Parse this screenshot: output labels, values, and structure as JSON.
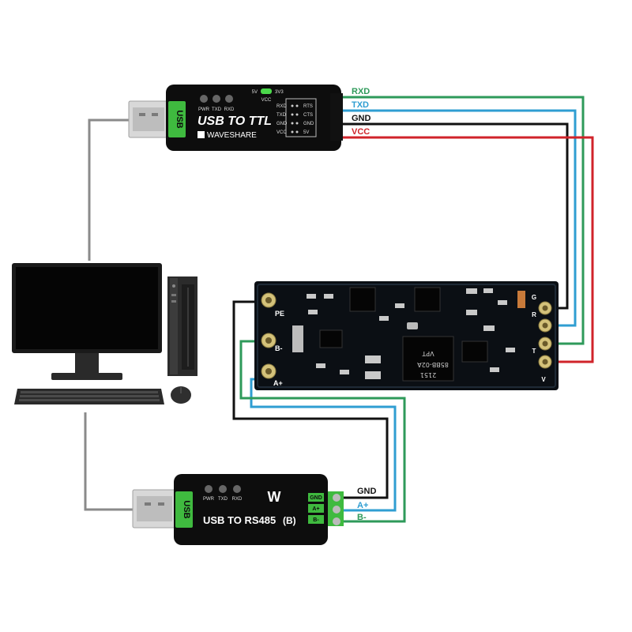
{
  "ttl_module": {
    "usb_side_label": "USB",
    "title": "USB TO TTL",
    "brand": "WAVESHARE",
    "leds": [
      "PWR",
      "TXD",
      "RXD"
    ],
    "voltage_labels": [
      "5V",
      "3V3"
    ],
    "vcc_label": "VCC",
    "pins_left": [
      "RXD",
      "TXD",
      "GND",
      "VCC"
    ],
    "pins_right": [
      "RTS",
      "CTS",
      "GND",
      "5V"
    ]
  },
  "rs485_module": {
    "usb_side_label": "USB",
    "title": "USB TO RS485",
    "variant": "(B)",
    "leds": [
      "PWR",
      "TXD",
      "RXD"
    ],
    "terminals": [
      "GND",
      "A+",
      "B-"
    ]
  },
  "converter_board": {
    "left_labels": [
      "PE",
      "B-",
      "A+"
    ],
    "right_labels": [
      "G",
      "R",
      "T",
      "V"
    ],
    "chip_text": [
      "VPT",
      "85BB-02A",
      "2151"
    ]
  },
  "ttl_wires": [
    {
      "label": "RXD",
      "color": "#2e9a5a"
    },
    {
      "label": "TXD",
      "color": "#2f9ed2"
    },
    {
      "label": "GND",
      "color": "#111111"
    },
    {
      "label": "VCC",
      "color": "#d0232a"
    }
  ],
  "rs485_wires": [
    {
      "label": "GND",
      "color": "#111111"
    },
    {
      "label": "A+",
      "color": "#2f9ed2"
    },
    {
      "label": "B-",
      "color": "#2e9a5a"
    }
  ],
  "usb_cable_color": "#8a8a8a"
}
